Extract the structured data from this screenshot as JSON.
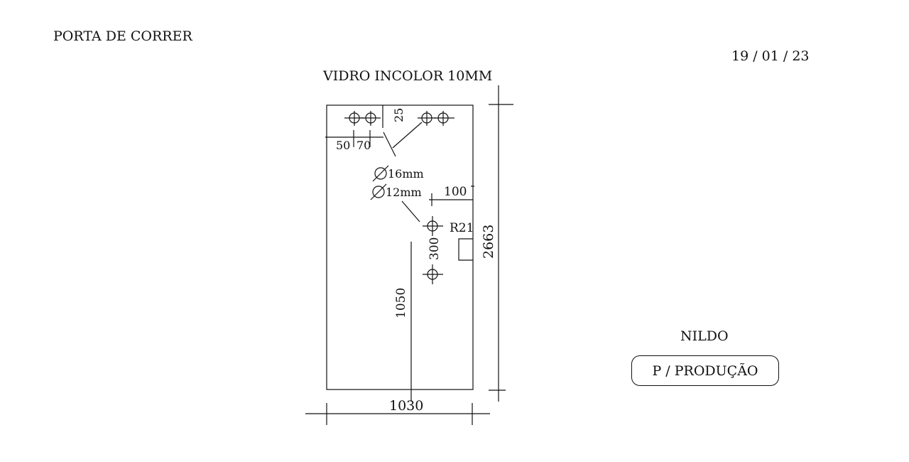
{
  "header": {
    "title": "PORTA DE CORRER",
    "date": "19 / 01 / 23"
  },
  "drawing": {
    "glass_spec": "VIDRO INCOLOR 10MM",
    "dimensions": {
      "width": "1030",
      "height": "2663",
      "hole_offset_50": "50",
      "hole_spacing_70": "70",
      "top_offset_25": "25",
      "side_offset_100": "100",
      "lock_spacing_300": "300",
      "handle_height_1050": "1050",
      "radius": "R21"
    },
    "hole_diameters": {
      "large": "16mm",
      "small": "12mm"
    }
  },
  "footer": {
    "client": "NILDO",
    "status": "P / PRODUÇÃO"
  }
}
